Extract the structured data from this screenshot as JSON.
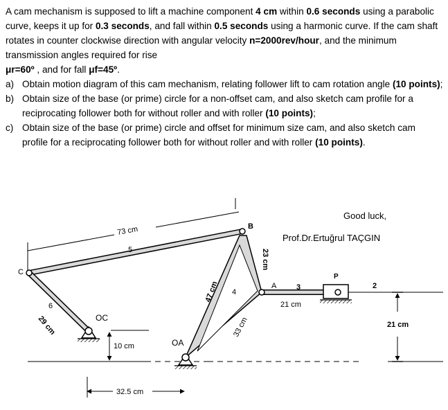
{
  "problem": {
    "intro": {
      "t1": "A cam mechanism is supposed to lift a machine component ",
      "b1": "4 cm",
      "t2": " within ",
      "b2": "0.6 seconds",
      "t3": " using a parabolic curve, keeps it up for ",
      "b3": "0.3 seconds",
      "t4": ", and fall within ",
      "b4": "0.5 seconds",
      "t5": " using a harmonic curve. If the cam shaft rotates in counter clockwise direction with angular velocity ",
      "b5": "n=2000rev/hour",
      "t6": ", and the minimum transmission angles required for rise ",
      "b6": "μr=60º",
      "t7": " , and for fall ",
      "b7": "μf=45º",
      "t8": "."
    },
    "questions": [
      {
        "label": "a)",
        "text": "Obtain motion diagram of this cam mechanism, relating follower lift to cam rotation angle ",
        "points": "(10 points)",
        "end": ";"
      },
      {
        "label": "b)",
        "text": "Obtain size of the base (or prime) circle for a non-offset cam, and also sketch cam profile for a reciprocating follower both for without roller and with roller ",
        "points": "(10 points)",
        "end": ";"
      },
      {
        "label": "c)",
        "text": "Obtain size of the base (or prime) circle and offset for minimum size cam, and also sketch cam profile for a reciprocating follower both for without roller and with roller ",
        "points": "(10 points)",
        "end": "."
      }
    ]
  },
  "figure": {
    "greeting": "Good luck,",
    "author": "Prof.Dr.Ertuğrul TAÇGIN",
    "labels": {
      "C": "C",
      "B": "B",
      "A": "A",
      "P": "P",
      "OC": "OC",
      "OA": "OA",
      "link5": "5",
      "link6": "6",
      "link4": "4",
      "link3": "3",
      "link2": "2"
    },
    "dims": {
      "d73": "73 cm",
      "d29": "29 cm",
      "d47": "47 cm",
      "d23": "23 cm",
      "d33": "33 cm",
      "d21a": "21 cm",
      "d21b": "21 cm",
      "d10": "10 cm",
      "d325": "32.5 cm"
    },
    "colors": {
      "link_fill": "#d9d9d9",
      "ink": "#000000"
    }
  }
}
